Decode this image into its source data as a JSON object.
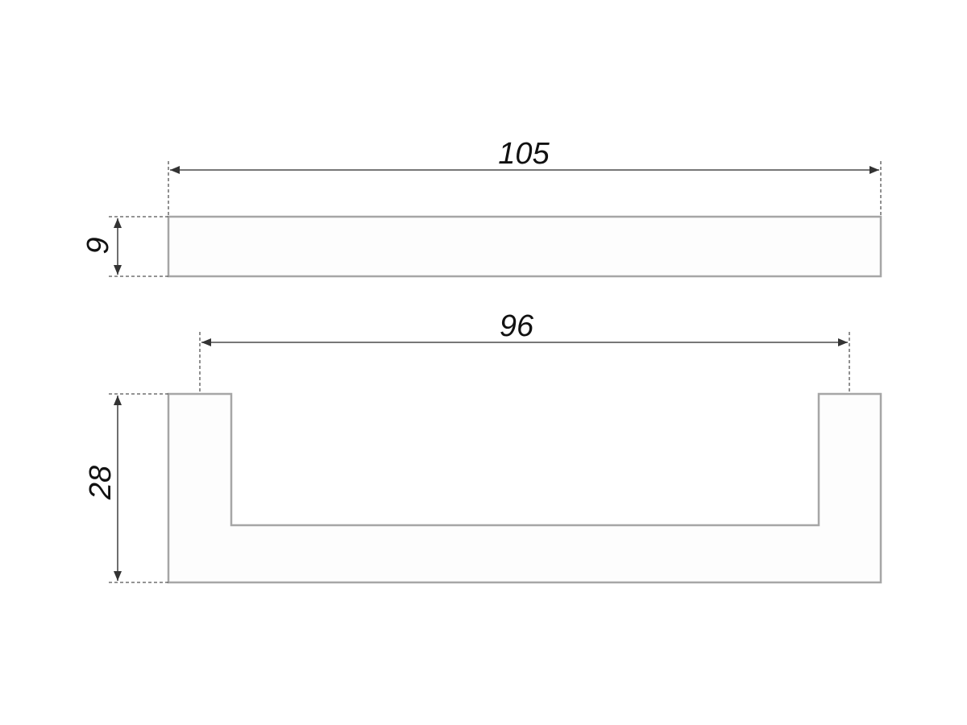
{
  "dimensions": {
    "total_length": "105",
    "thickness": "9",
    "hole_spacing": "96",
    "height": "28"
  },
  "colors": {
    "outline": "#a6a6a6",
    "dimension_line": "#4a4a4a",
    "arrow": "#333333"
  }
}
